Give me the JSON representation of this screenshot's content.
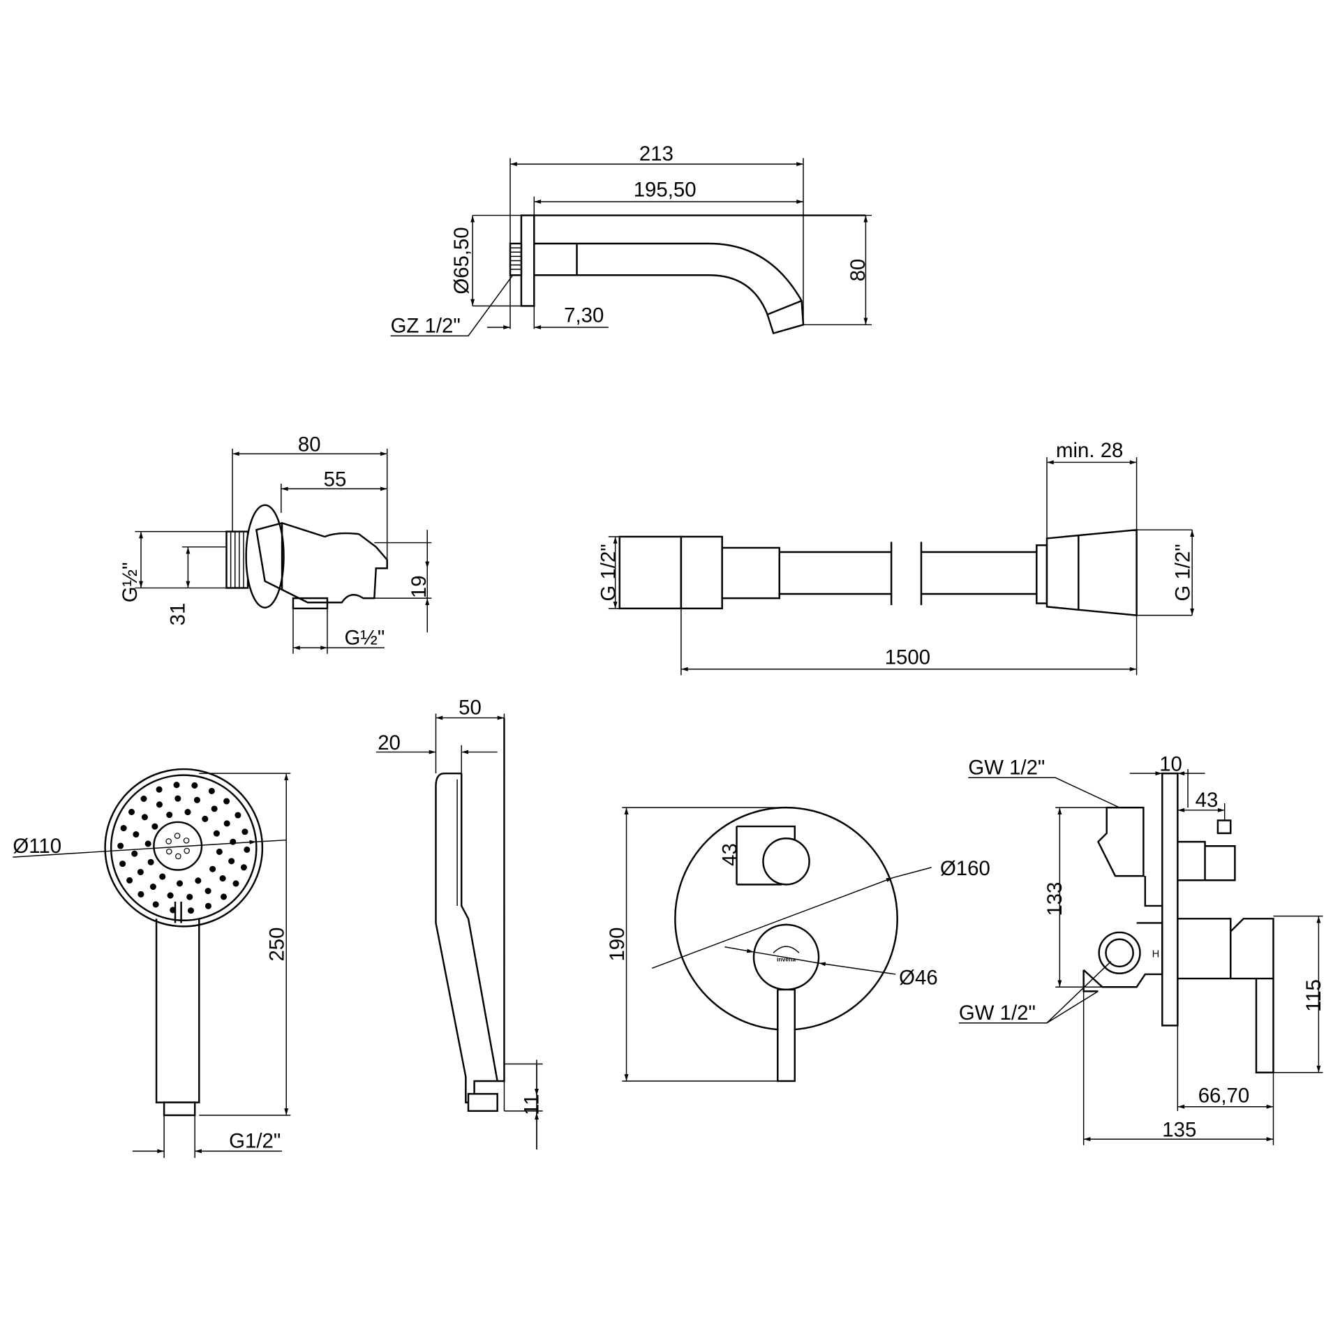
{
  "title": "Shower set technical drawing",
  "colors": {
    "line": "#000000",
    "background": "#ffffff"
  },
  "spout": {
    "d213": "213",
    "d195": "195,50",
    "d80": "80",
    "dia": "Ø65,50",
    "thread": "GZ 1/2\"",
    "d7": "7,30"
  },
  "outlet": {
    "d80": "80",
    "d55": "55",
    "g_left": "G½\"",
    "d31": "31",
    "d19": "19",
    "g_bottom": "G½\""
  },
  "hose": {
    "min": "min. 28",
    "g_left": "G 1/2\"",
    "g_right": "G 1/2\"",
    "length": "1500"
  },
  "hand_shower": {
    "dia": "Ø110",
    "length": "250",
    "thread": "G1/2\"",
    "d50": "50",
    "d20": "20",
    "d11": "11"
  },
  "mixer_front": {
    "d190": "190",
    "dia160": "Ø160",
    "dia46": "Ø46",
    "d43": "43",
    "logo": "invena"
  },
  "mixer_side": {
    "gw_top": "GW 1/2\"",
    "gw_bottom": "GW 1/2\"",
    "d10": "10",
    "d43": "43",
    "d133": "133",
    "d115": "115",
    "d66": "66,70",
    "d135": "135",
    "h_mark": "H"
  }
}
